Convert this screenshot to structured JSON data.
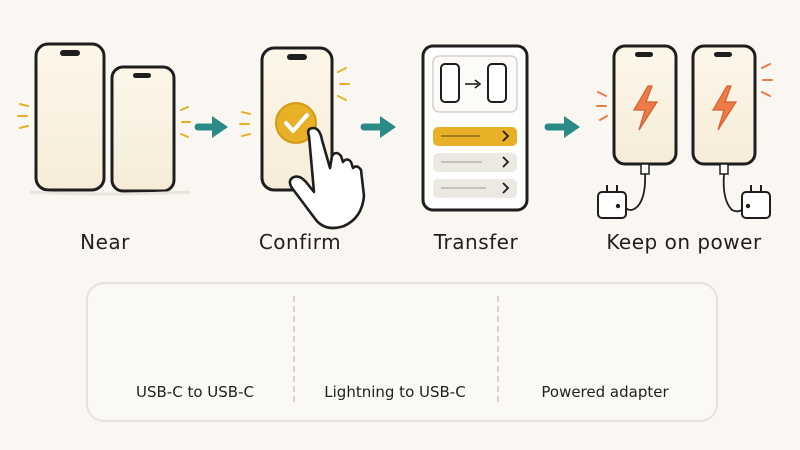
{
  "steps": [
    {
      "label": "Near"
    },
    {
      "label": "Confirm"
    },
    {
      "label": "Transfer"
    },
    {
      "label": "Keep on power"
    }
  ],
  "cables": [
    {
      "label": "USB-C to USB-C"
    },
    {
      "label": "Lightning to USB-C"
    },
    {
      "label": "Powered adapter"
    }
  ],
  "colors": {
    "arrow": "#2a8a86",
    "accent": "#e8b026",
    "cable": "#3a9a97",
    "bolt": "#ee7a45",
    "outline": "#1e1e1e",
    "screen": "#fbf3e4"
  },
  "icons": [
    "phone-icon",
    "arrow-right-icon",
    "checkmark-icon",
    "hand-icon",
    "lightning-bolt-icon",
    "power-adapter-icon",
    "usb-c-plug-icon",
    "lightning-plug-icon"
  ]
}
